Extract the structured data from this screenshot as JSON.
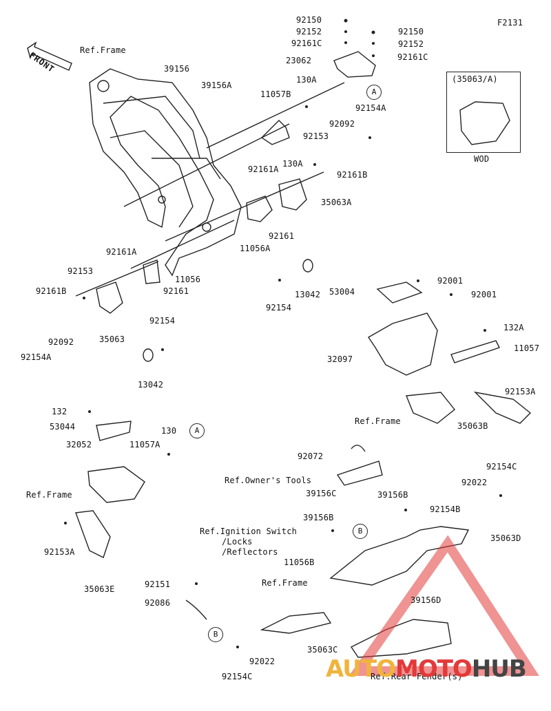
{
  "diagram": {
    "code": "F2131",
    "front_label": "FRONT",
    "inset": {
      "title": "(35063/A)",
      "caption": "WOD"
    },
    "watermark": {
      "part1": "AUTO",
      "part2": "MOTO",
      "part3": "HUB"
    },
    "labels": [
      "Ref.Frame",
      "39156",
      "39156A",
      "92150",
      "92152",
      "92161C",
      "23062",
      "92150",
      "92152",
      "92161C",
      "A",
      "130A",
      "11057B",
      "92092",
      "92154A",
      "92153",
      "130A",
      "92161A",
      "35063A",
      "92161B",
      "92161",
      "11056A",
      "92161A",
      "92153",
      "11056",
      "92161B",
      "92161",
      "92154",
      "35063",
      "92092",
      "92154A",
      "13042",
      "13042",
      "92154",
      "92001",
      "53004",
      "92001",
      "132A",
      "11057",
      "32097",
      "92153A",
      "Ref.Frame",
      "35063B",
      "132",
      "53044",
      "32052",
      "130",
      "11057A",
      "Ref.Frame",
      "92153A",
      "35063E",
      "92072",
      "Ref.Owner's Tools",
      "39156C",
      "39156B",
      "92022",
      "92154C",
      "92154B",
      "39156B",
      "Ref.Ignition Switch",
      "/Locks",
      "/Reflectors",
      "35063D",
      "11056B",
      "Ref.Frame",
      "39156D",
      "92151",
      "92086",
      "35063C",
      "92022",
      "92154C",
      "Ref.Rear Fender(s)"
    ],
    "callouts": [
      "A",
      "B",
      "B"
    ]
  }
}
